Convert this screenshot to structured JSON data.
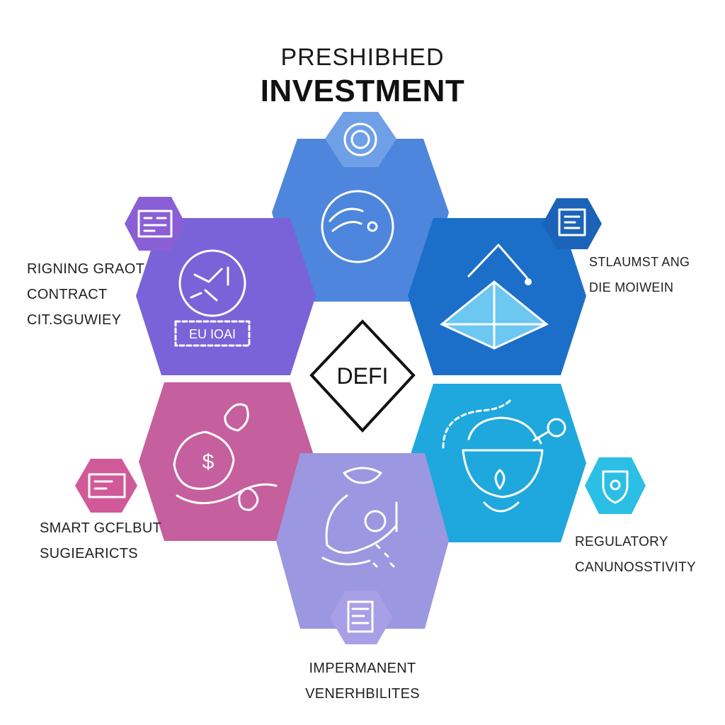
{
  "title": {
    "line1": "PRESHIBHED",
    "line2": "INVESTMENT"
  },
  "center": {
    "label": "DEFI"
  },
  "segments": [
    {
      "id": "top",
      "color": "#4d86dc",
      "icon": "planet-icon",
      "badge_icon": "coin-icon",
      "lines": []
    },
    {
      "id": "upper-left",
      "color": "#7a63d8",
      "icon": "network-globe-icon",
      "badge_icon": "code-grid-icon",
      "icon_text": "EU IOAI",
      "lines": [
        "RIGNING GRAOT",
        "CONTRACT",
        "CIT.SGUWIEY"
      ]
    },
    {
      "id": "upper-right",
      "color": "#1c6fc8",
      "icon": "pyramid-icon",
      "badge_icon": "document-icon",
      "lines": [
        "STLAUMST ANG",
        "DIE MOIWEIN"
      ]
    },
    {
      "id": "lower-left",
      "color": "#c65f9d",
      "icon": "money-bag-hand-icon",
      "badge_icon": "wallet-icon",
      "lines": [
        "SMART GCFLBUT",
        "SUGIEARICTS"
      ]
    },
    {
      "id": "lower-right",
      "color": "#1fa8dd",
      "icon": "safe-key-icon",
      "badge_icon": "shield-icon",
      "lines": [
        "REGULATORY",
        "CANUNOSSTIVITY"
      ]
    },
    {
      "id": "bottom",
      "color": "#9b97e0",
      "icon": "hand-coin-icon",
      "badge_icon": "receipt-icon",
      "lines": [
        "IMPERMANENT",
        "VENERHBILITES"
      ]
    }
  ],
  "colors": {
    "top": "#4d86dc",
    "upper_left": "#7a63d8",
    "upper_right": "#1c6fc8",
    "lower_left": "#c65f9d",
    "lower_right": "#1fa8dd",
    "bottom": "#9b97e0",
    "text": "#1a1a1a",
    "line": "#ffffff"
  }
}
